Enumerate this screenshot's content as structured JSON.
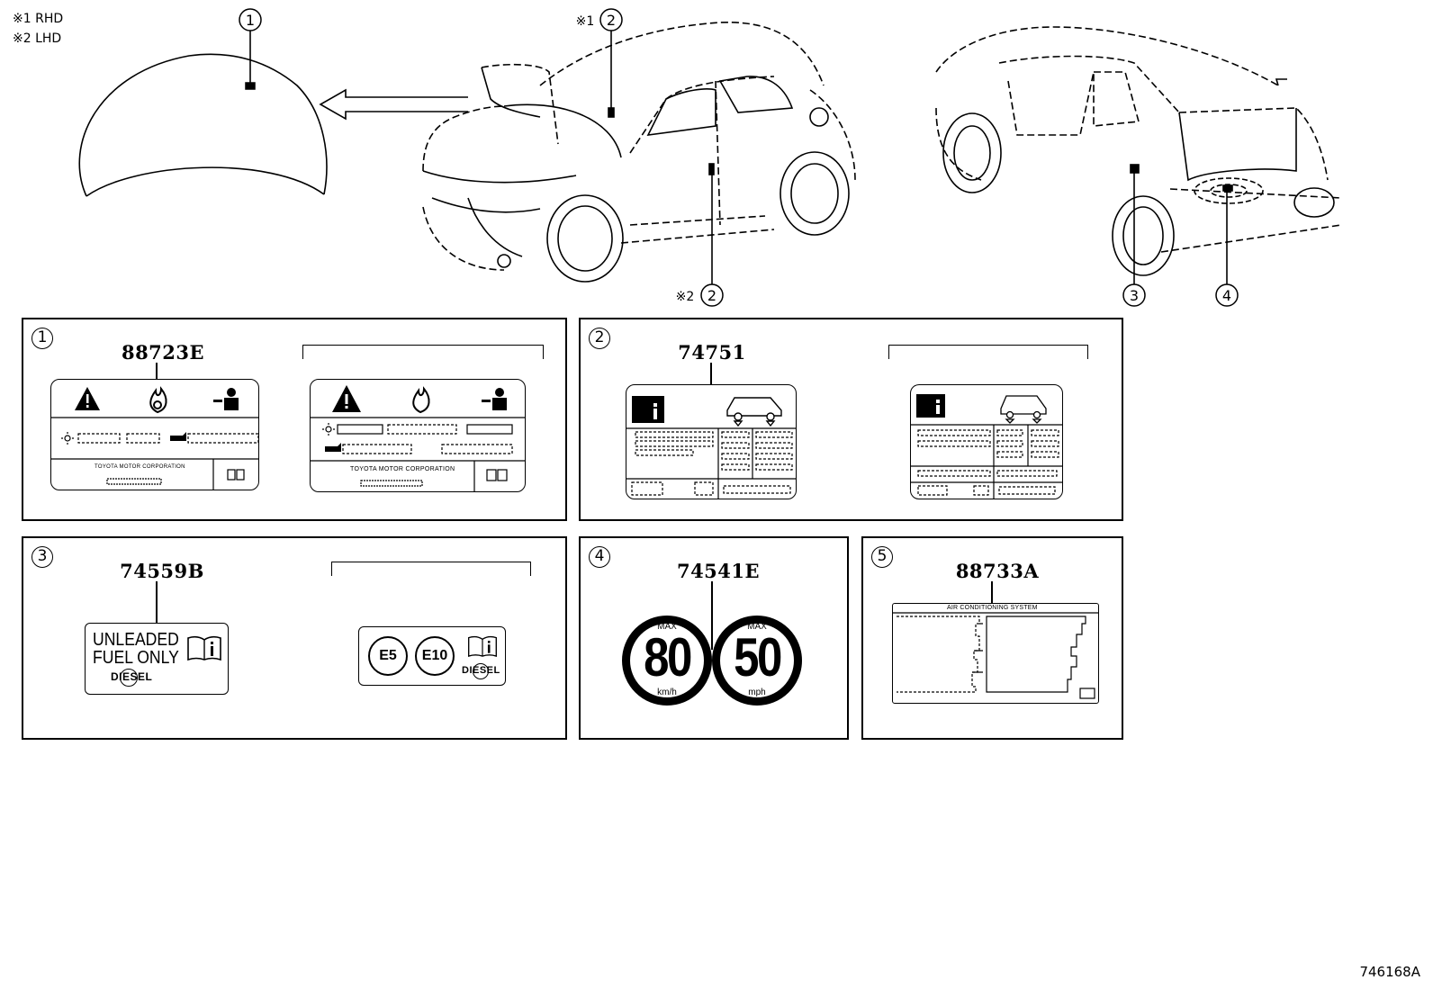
{
  "notes": {
    "rhd": "※1 RHD",
    "lhd": "※2 LHD"
  },
  "callouts": {
    "one": "1",
    "two": "2",
    "three": "3",
    "four": "4",
    "mark1": "※1",
    "mark2": "※2"
  },
  "panels": [
    {
      "num": "1",
      "part_no": "88723E"
    },
    {
      "num": "2",
      "part_no": "74751"
    },
    {
      "num": "3",
      "part_no": "74559B"
    },
    {
      "num": "4",
      "part_no": "74541E"
    },
    {
      "num": "5",
      "part_no": "88733A"
    }
  ],
  "label1": {
    "maker_text_a": "TOYOTA MOTOR CORPORATION",
    "maker_text_b": "TOYOTA MOTOR CORPORATION"
  },
  "label3": {
    "line1": "UNLEADED",
    "line2": "FUEL ONLY",
    "diesel": "DIESEL",
    "e5": "E5",
    "e10": "E10"
  },
  "label4": {
    "max": "MAX",
    "kmh_value": "80",
    "kmh_unit": "km/h",
    "mph_value": "50",
    "mph_unit": "mph"
  },
  "label5": {
    "title": "AIR CONDITIONING SYSTEM"
  },
  "drawing_number": "746168A",
  "icons": [
    "warning-triangle-icon",
    "flame-icon",
    "service-person-icon",
    "manual-book-icon",
    "car-icon",
    "sun-icon",
    "oil-can-icon",
    "arrow-left-icon"
  ]
}
